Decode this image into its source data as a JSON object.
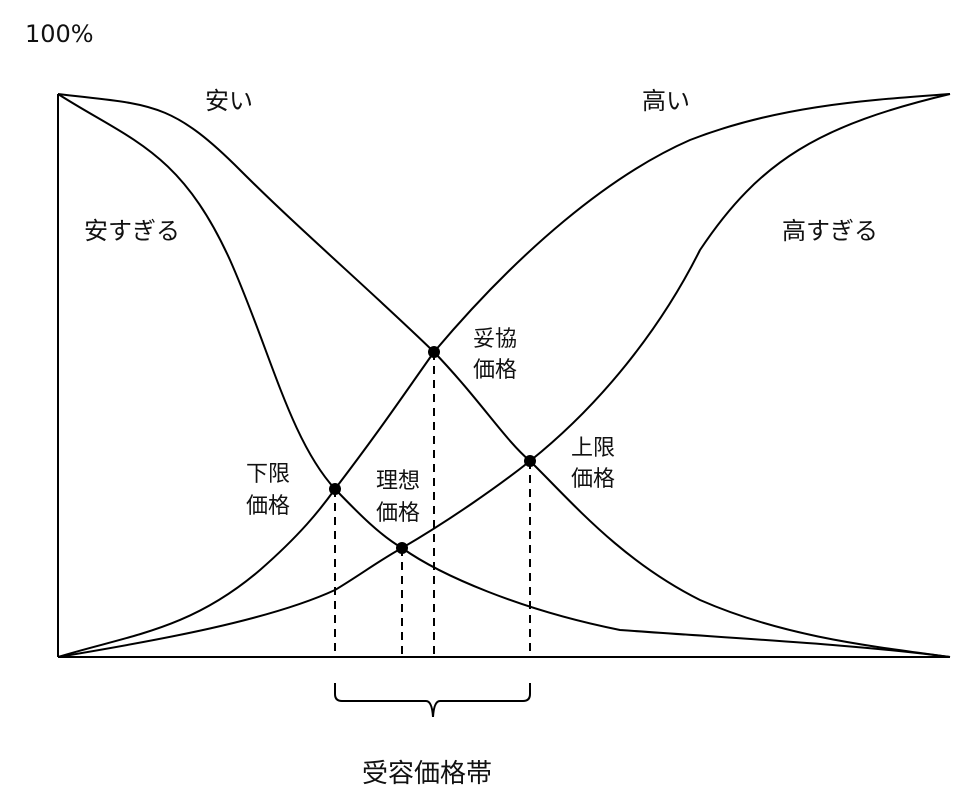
{
  "axis": {
    "y_max_label": "100%"
  },
  "curves": {
    "cheap": "安い",
    "expensive": "高い",
    "too_cheap": "安すぎる",
    "too_expensive": "高すぎる"
  },
  "points": {
    "compromise": {
      "line1": "妥協",
      "line2": "価格"
    },
    "upper": {
      "line1": "上限",
      "line2": "価格"
    },
    "lower": {
      "line1": "下限",
      "line2": "価格"
    },
    "ideal": {
      "line1": "理想",
      "line2": "価格"
    }
  },
  "range": {
    "label": "受容価格帯"
  }
}
